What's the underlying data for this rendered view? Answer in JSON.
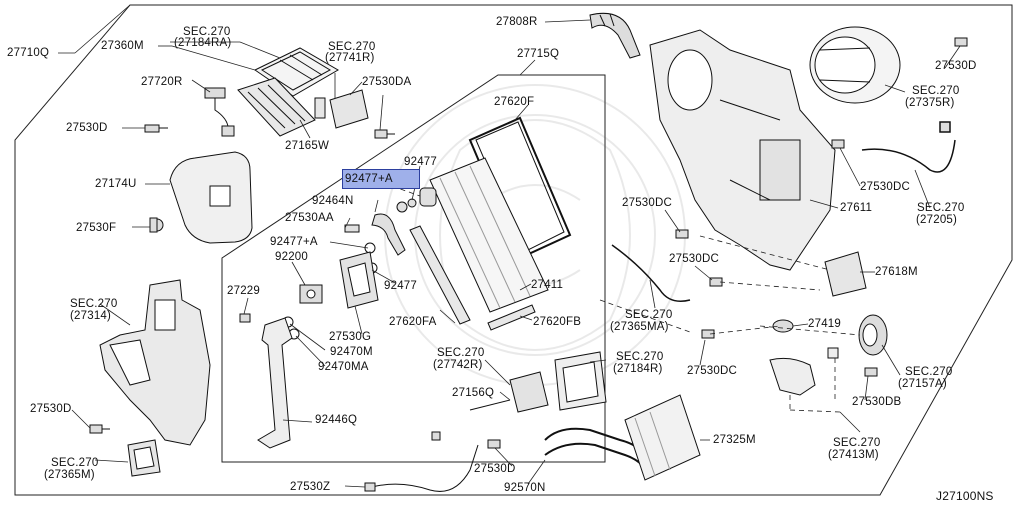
{
  "diagram_code": "J27100NS",
  "highlighted_part": "92477+A",
  "labels": {
    "p27710Q": "27710Q",
    "p27360M": "27360M",
    "p27720R": "27720R",
    "p27530D_a": "27530D",
    "p27174U": "27174U",
    "p27530F": "27530F",
    "sec_27184RA_top": "SEC.270",
    "sec_27184RA_bot": "(27184RA)",
    "sec_27741R_top": "SEC.270",
    "sec_27741R_bot": "(27741R)",
    "p27530DA": "27530DA",
    "p27165W": "27165W",
    "p27808R": "27808R",
    "p27715Q": "27715Q",
    "p27620F": "27620F",
    "p92477_top": "92477",
    "p92477A_hl": "92477+A",
    "p92464N": "92464N",
    "p27530AA": "27530AA",
    "p92477A_mid": "92477+A",
    "p92200": "92200",
    "p92477_mid": "92477",
    "p27229": "27229",
    "p27530G": "27530G",
    "p92470M": "92470M",
    "p92470MA": "92470MA",
    "p27411": "27411",
    "p27620FA": "27620FA",
    "p27620FB": "27620FB",
    "p92446Q": "92446Q",
    "sec_27314_top": "SEC.270",
    "sec_27314_bot": "(27314)",
    "p27530D_b": "27530D",
    "sec_27365M_top": "SEC.270",
    "sec_27365M_bot": "(27365M)",
    "p27530Z": "27530Z",
    "sec_27742R_top": "SEC.270",
    "sec_27742R_bot": "(27742R)",
    "p27156Q": "27156Q",
    "p27530D_c": "27530D",
    "p92570N": "92570N",
    "sec_27184R_top": "SEC.270",
    "sec_27184R_bot": "(27184R)",
    "p27325M": "27325M",
    "p27530D_right": "27530D",
    "sec_27375R_top": "SEC.270",
    "sec_27375R_bot": "(27375R)",
    "p27530DC_a": "27530DC",
    "sec_27205_top": "SEC.270",
    "sec_27205_bot": "(27205)",
    "p27611": "27611",
    "p27530DC_b": "27530DC",
    "p27530DC_c": "27530DC",
    "sec_27365MA_top": "SEC.270",
    "sec_27365MA_bot": "(27365MA)",
    "p27618M": "27618M",
    "p27419": "27419",
    "p27530DC_d": "27530DC",
    "sec_27157A_top": "SEC.270",
    "sec_27157A_bot": "(27157A)",
    "p27530DB": "27530DB",
    "sec_27413M_top": "SEC.270",
    "sec_27413M_bot": "(27413M)"
  }
}
